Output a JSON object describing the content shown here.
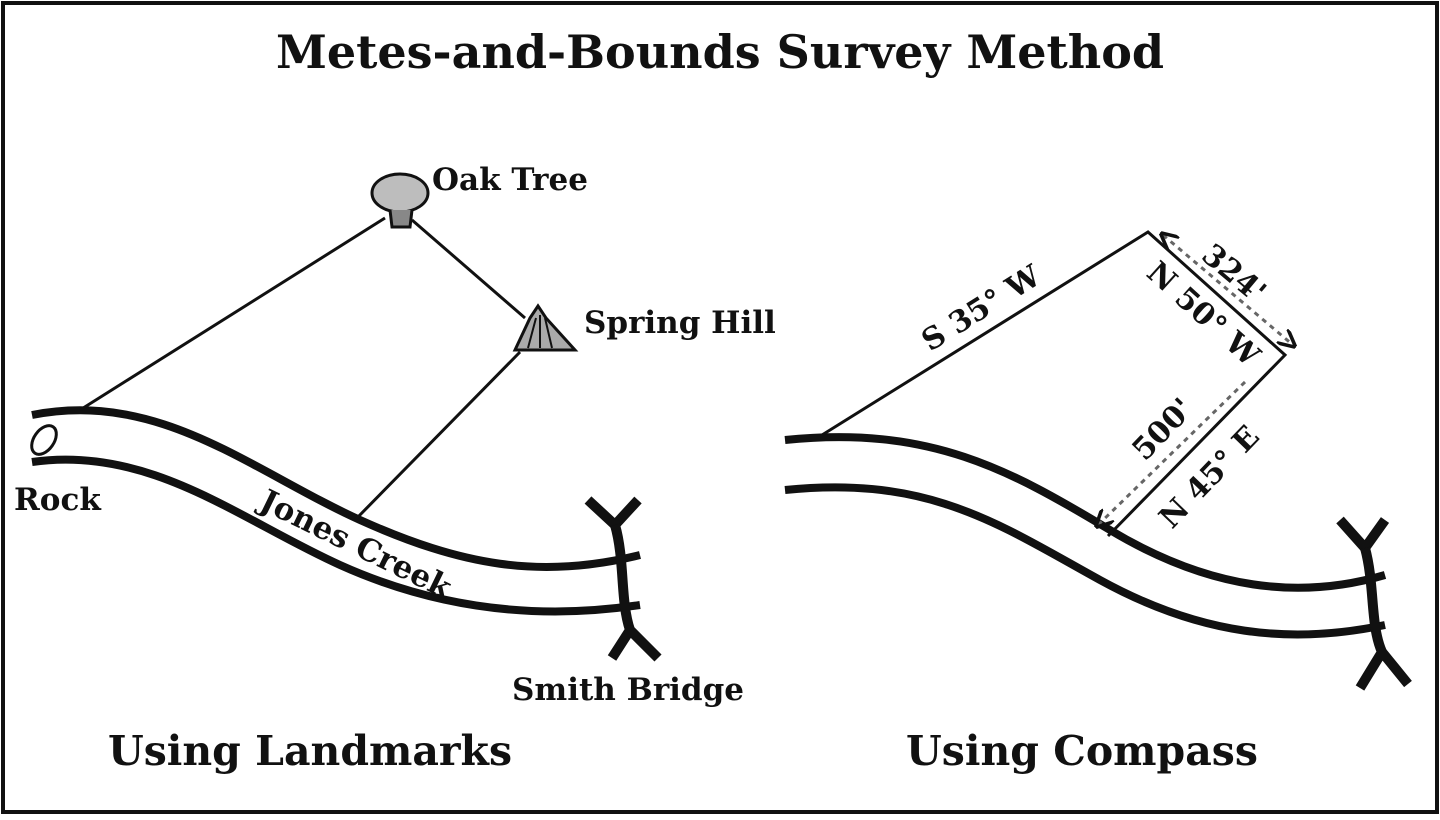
{
  "title": "Metes-and-Bounds Survey Method",
  "landmarks_panel": {
    "caption": "Using Landmarks",
    "labels": {
      "oak_tree": "Oak Tree",
      "spring_hill": "Spring Hill",
      "rock": "Rock",
      "creek": "Jones Creek",
      "bridge": "Smith Bridge"
    }
  },
  "compass_panel": {
    "caption": "Using Compass",
    "bearings": {
      "nw_side": "S 35° W",
      "ne_side": "N 50° W",
      "se_side": "N 45° E"
    },
    "distances": {
      "ne_side": "324'",
      "se_side": "500'"
    }
  },
  "colors": {
    "ink": "#111111",
    "background": "#ffffff",
    "dashed": "#666666"
  }
}
